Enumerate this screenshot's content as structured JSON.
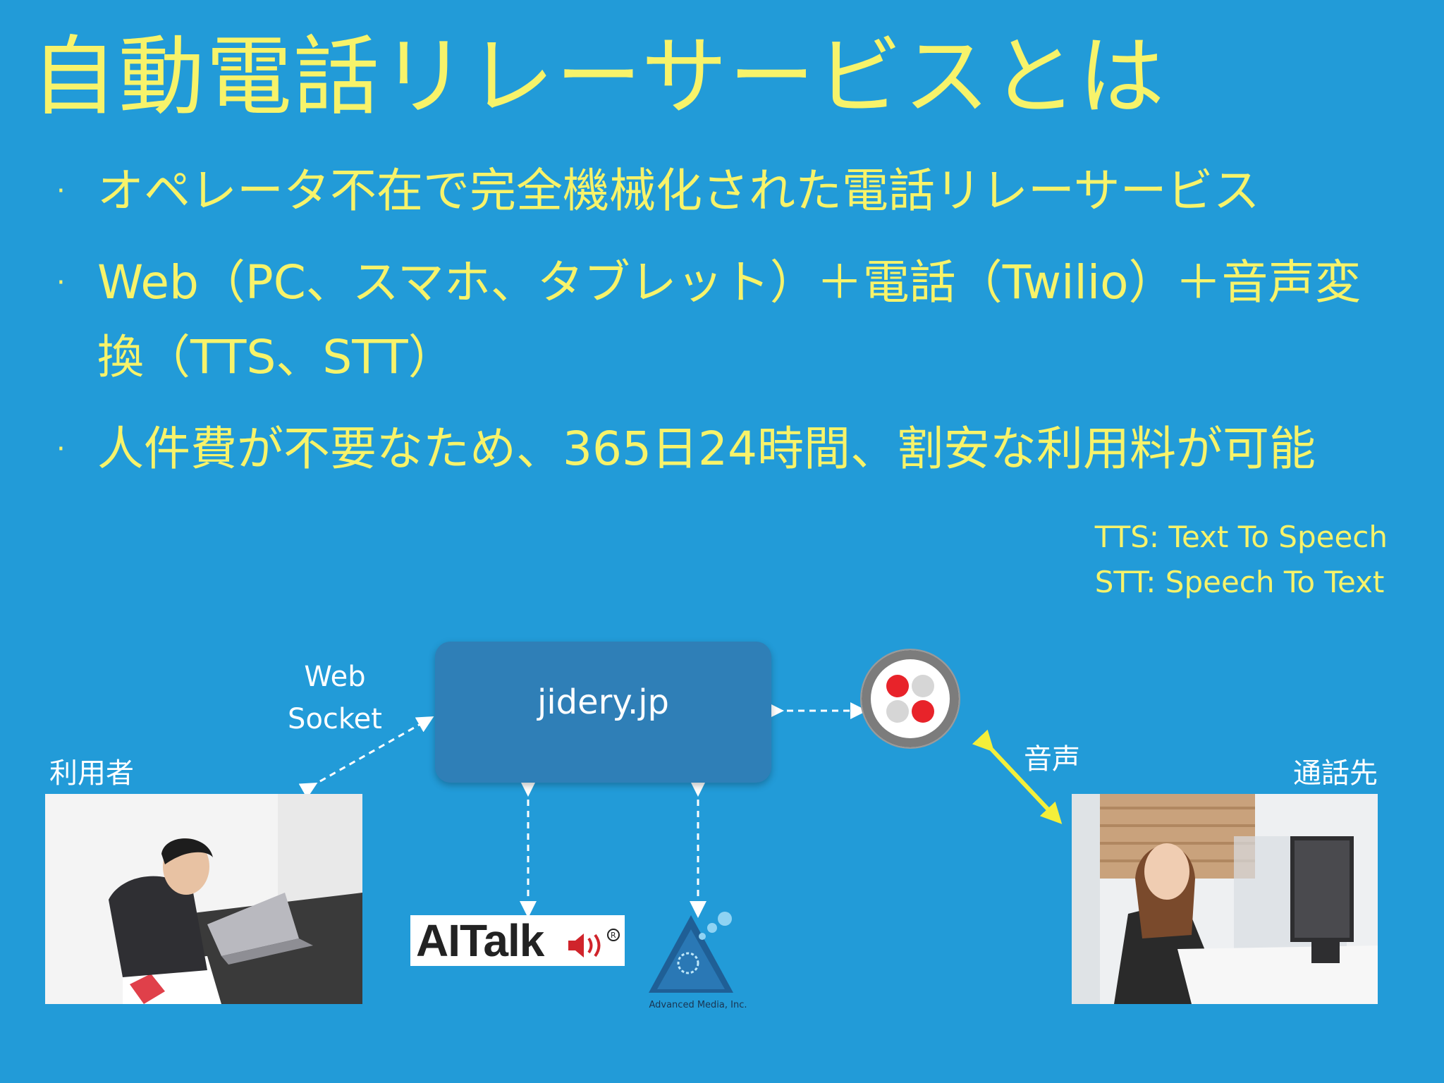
{
  "slide": {
    "title": "自動電話リレーサービスとは",
    "bullets": [
      {
        "marker": "·",
        "text": "オペレータ不在で完全機械化された電話リレーサービス"
      },
      {
        "marker": "·",
        "text": "Web（PC、スマホ、タブレット）＋電話（Twilio）＋音声変換（TTS、STT）"
      },
      {
        "marker": "·",
        "text": "人件費が不要なため、365日24時間、割安な利用料が可能"
      }
    ],
    "legend": [
      "TTS: Text To Speech",
      "STT: Speech To Text"
    ]
  },
  "diagram": {
    "server_label": "jidery.jp",
    "websocket_label_line1": "Web",
    "websocket_label_line2": "Socket",
    "user_label": "利用者",
    "callee_label": "通話先",
    "voice_label": "音声",
    "aitalk_logo_text": "AITalk",
    "advanced_media_logo_text": "Advanced Media, Inc.",
    "colors": {
      "background": "#229bd8",
      "text_accent": "#f7f36a",
      "server_box": "#2f7fb7",
      "twilio_red": "#e8232a",
      "voice_arrow": "#f4ef3a"
    }
  }
}
